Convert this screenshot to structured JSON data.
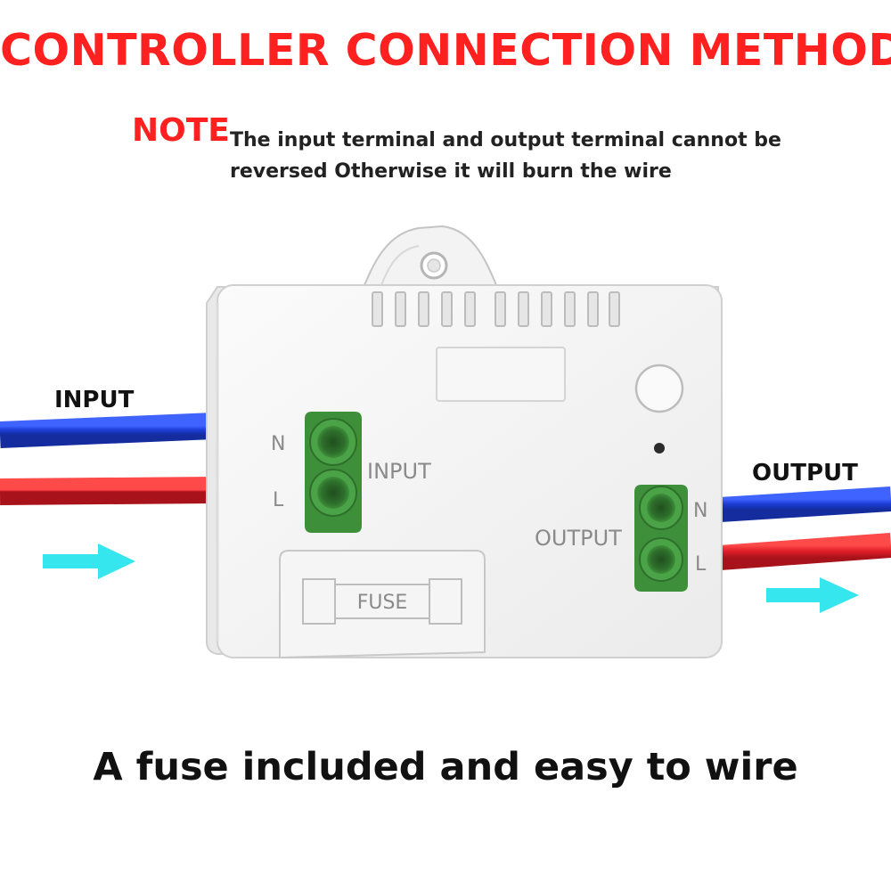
{
  "title": "CONTROLLER CONNECTION METHOD",
  "note": {
    "label": "NOTE",
    "text": "The input terminal and output terminal cannot be reversed Otherwise it will burn the wire"
  },
  "labels": {
    "input_side": "INPUT",
    "output_side": "OUTPUT",
    "device_input": "INPUT",
    "device_output": "OUTPUT",
    "fuse": "FUSE",
    "input_n": "N",
    "input_l": "L",
    "output_n": "N",
    "output_l": "L"
  },
  "caption": "A fuse included and easy to wire",
  "colors": {
    "title": "#ff2020",
    "note": "#ff2020",
    "neutral_wire": "#1e3fd0",
    "live_wire": "#e01e28",
    "arrow": "#35e6ee",
    "terminal": "#3d8f3a",
    "device_body": "#f4f4f4"
  },
  "icons": [
    "arrow-right-icon",
    "arrow-right-icon"
  ]
}
